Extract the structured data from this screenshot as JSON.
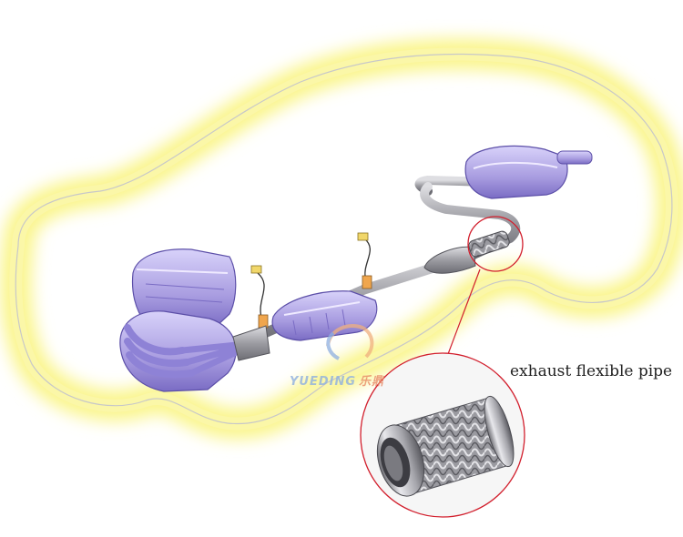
{
  "diagram": {
    "callout_label": "exhaust flexible pipe",
    "watermark_text": "YUEDING",
    "watermark_cn": "乐鼎"
  },
  "colors": {
    "car_glow": "#faf58a",
    "parts": "#b3a8e6",
    "parts_dark": "#6f62b8",
    "pipe_gray": "#a7a7ab",
    "callout_line": "#d21f2d"
  },
  "icons": {
    "engine": "engine-block-icon",
    "catalytic": "catalytic-converter-icon",
    "muffler": "muffler-icon",
    "sensor": "oxygen-sensor-icon",
    "flex_pipe": "flexible-pipe-icon"
  }
}
